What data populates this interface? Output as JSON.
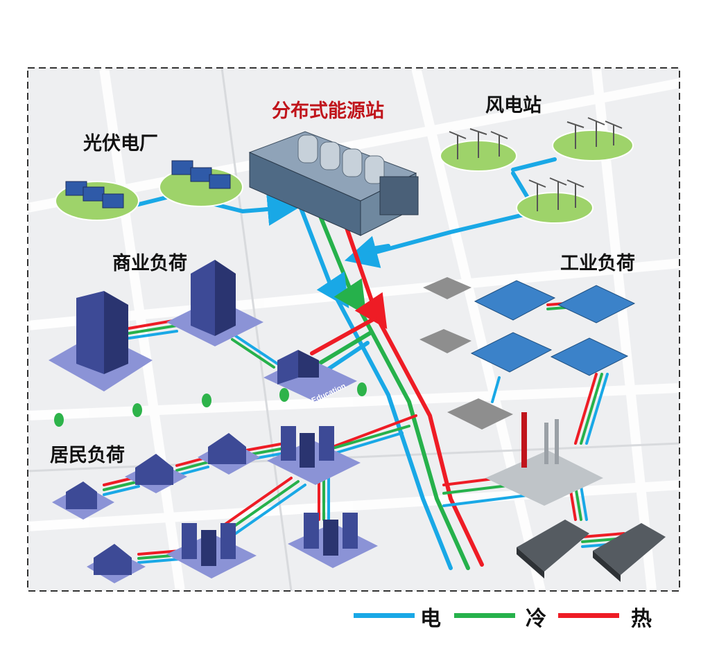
{
  "labels": {
    "pv_plant": "光伏电厂",
    "energy_station": "分布式能源站",
    "wind_station": "风电站",
    "commercial_load": "商业负荷",
    "industrial_load": "工业负荷",
    "residential_load": "居民负荷",
    "school_sign": "Education"
  },
  "legend": [
    {
      "label": "电",
      "color": "#19a8e6"
    },
    {
      "label": "冷",
      "color": "#26b14b"
    },
    {
      "label": "热",
      "color": "#ee1c25"
    }
  ],
  "colors": {
    "electric": "#19a8e6",
    "cooling": "#26b14b",
    "heat": "#ee1c25",
    "building": "#3d4a96",
    "grass": "#9ed36a"
  }
}
